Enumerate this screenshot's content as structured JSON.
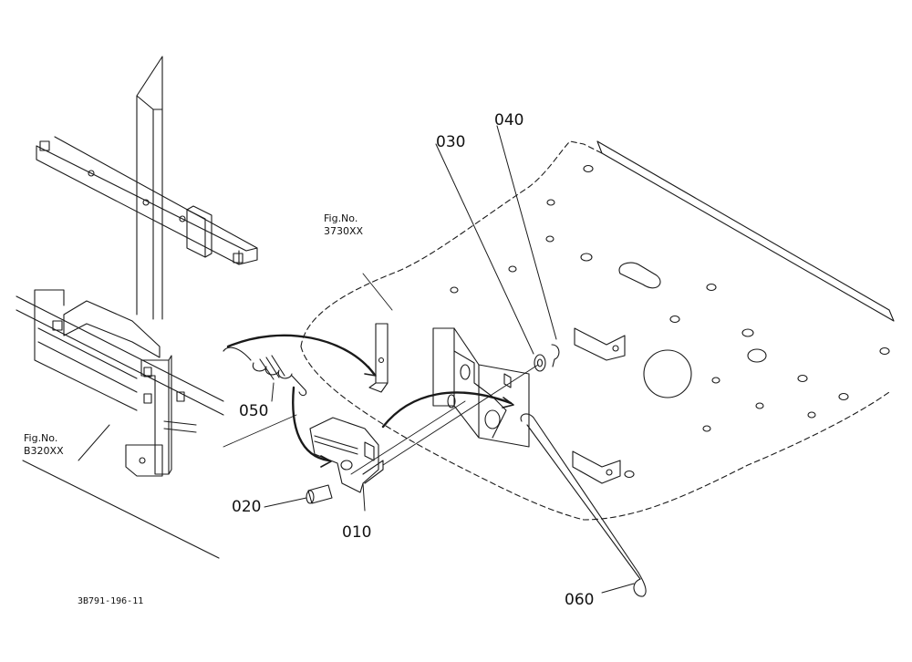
{
  "callouts": {
    "p010": "010",
    "p020": "020",
    "p030": "030",
    "p040": "040",
    "p050": "050",
    "p060": "060"
  },
  "figure_refs": {
    "a": {
      "label": "Fig.No.",
      "number": "3730XX"
    },
    "b": {
      "label": "Fig.No.",
      "number": "B320XX"
    }
  },
  "drawing_id": "3B791-196-11",
  "colors": {
    "line": "#1a1a1a",
    "background": "#ffffff"
  }
}
